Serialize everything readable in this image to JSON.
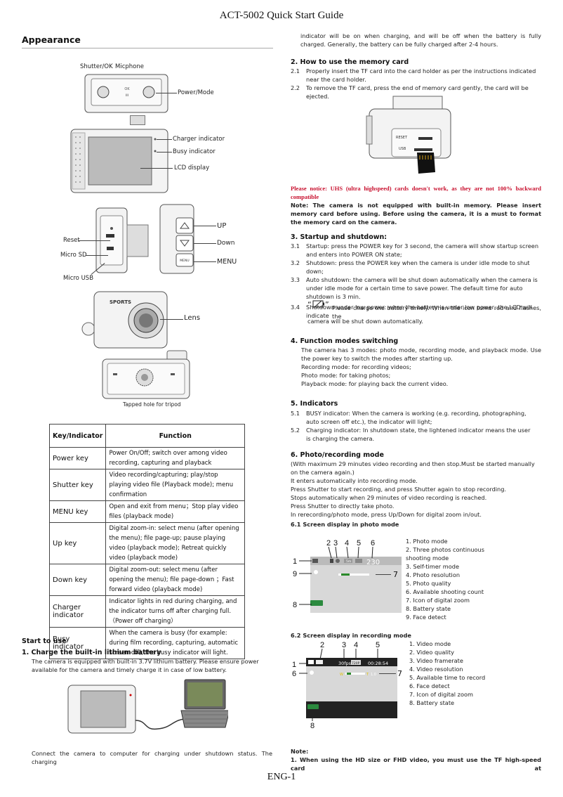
{
  "header": {
    "title": "ACT-5002 Quick Start Guide"
  },
  "footer": {
    "page": "ENG-1"
  },
  "appearance": {
    "heading": "Appearance",
    "labels": {
      "shutter_ok": "Shutter/OK",
      "micphone": "Micphone",
      "power_mode": "Power/Mode",
      "charger_indicator": "Charger indicator",
      "busy_indicator": "Busy indicator",
      "lcd_display": "LCD display",
      "reset": "Reset",
      "micro_sd": "Micro SD",
      "micro_usb": "Micro USB",
      "up": "UP",
      "down": "Down",
      "menu": "MENU",
      "lens": "Lens",
      "tripod": "Tapped hole for tripod",
      "sports": "SPORTS",
      "menu_btn": "MENU"
    }
  },
  "key_table": {
    "headers": [
      "Key/Indicator",
      "Function"
    ],
    "rows": [
      {
        "key": "Power key",
        "function": "Power On/Off; switch over among video recording, capturing and playback"
      },
      {
        "key": "Shutter key",
        "function": "Video recording/capturing; play/stop playing video file (Playback mode); menu confirmation"
      },
      {
        "key": "MENU key",
        "function": "Open and exit from menu；Stop play video files (playback mode)"
      },
      {
        "key": "Up key",
        "function": "Digital zoom-in: select menu (after opening the menu); file page-up; pause playing video (playback mode); Retreat quickly video (playback mode)"
      },
      {
        "key": "Down key",
        "function": "Digital zoom-out: select menu (after opening the menu); file page-down ；Fast forward video (playback mode)"
      },
      {
        "key": "Charger indicator",
        "function": "Indicator lights in red during charging, and the indicator turns off after charging full.（Power off charging）"
      },
      {
        "key": "Busy indicator",
        "function": "When the camera is busy (for example: during film recording, capturing, automatic screen-off), the busy indicator will light."
      }
    ]
  },
  "start": {
    "heading": "Start to use",
    "charge_heading": "1. Charge the built-in lithium battery",
    "charge_text": "The camera is equipped with built-in 3.7V lithium battery. Please ensure power available for the camera and timely charge it in case of low battery.",
    "connect_text": "Connect the camera to computer for charging under shutdown status. The charging"
  },
  "right": {
    "cont": "indicator will be on when charging, and will be off when the battery is fully charged. Generally, the battery can be fully charged after 2-4 hours.",
    "mem_heading": "2. How to use the memory card",
    "mem_items": [
      {
        "n": "2.1",
        "t": "Properly insert the TF card into the card holder as per the instructions indicated near the card holder."
      },
      {
        "n": "2.2",
        "t": "To remove the TF card, press the end of memory card gently, the card will be ejected."
      }
    ],
    "card_labels": {
      "reset": "RESET",
      "usb": "USB"
    },
    "notice": "Please notice: UHS (ultra highspeed) cards doesn't work, as they are not 100% backward compatible",
    "note": "Note: The camera is not equipped with built-in memory. Please insert memory card before using. Before using the camera, it is a must to format the memory card on the camera.",
    "startup_heading": "3. Startup and shutdown:",
    "startup_items": [
      {
        "n": "3.1",
        "t": "Startup: press the POWER key for 3 second, the camera will show startup screen and enters into POWER ON state;"
      },
      {
        "n": "3.2",
        "t": "Shutdown: press the POWER key when the camera is under idle mode to shut down;"
      },
      {
        "n": "3.3",
        "t": "Auto shutdown: the camera will be shut down automatically when the camera is under idle mode for a certain time to save power. The default time for auto shutdown is 3 min."
      },
      {
        "n": "3.4",
        "t": "Shutdown under low power: when the battery is under low power, the LCD will indicate"
      }
    ],
    "lowbat_text": "Please charge the battery timely. When the icon turns red and flashes, the",
    "lowbat_text2": "camera will be shut down automatically.",
    "func_heading": "4. Function modes switching",
    "func_lines": [
      "The camera has 3 modes: photo mode, recording mode, and playback mode. Use the power key to switch the modes after starting up.",
      "Recording mode: for recording videos;",
      "Photo mode: for taking photos;",
      "Playback mode: for playing back the current video."
    ],
    "ind_heading": "5. Indicators",
    "ind_items": [
      {
        "n": "5.1",
        "t": "BUSY indicator: When the camera is working (e.g. recording, photographing, auto screen off etc.), the indicator will light;"
      },
      {
        "n": "5.2",
        "t": "Charging indicator: In shutdown state, the lightened indicator means the user is charging the camera."
      }
    ],
    "photo_heading": "6. Photo/recording mode",
    "photo_lines": [
      "(With maximum 29 minutes video recording and then stop.Must be started manually on the camera again.)",
      "It enters automatically into recording mode.",
      "Press Shutter to start recording, and press Shutter again to stop recording.",
      "Stops automatically when 29 minutes of video recording is reached.",
      "Press Shutter to directly take photo.",
      "In rerecording/photo mode, press Up/Down for digital zoom in/out."
    ],
    "photo_sub": "6.1   Screen display in photo mode",
    "photo_list": [
      "1.  Photo mode",
      "2.  Three photos continuous",
      "      shooting mode",
      "3.  Self-timer mode",
      "4.  Photo resolution",
      "5.  Photo quality",
      "6.  Available shooting count",
      "7.  Icon of digital zoom",
      "8.  Battery state",
      "9.  Face detect"
    ],
    "photo_screen": {
      "count": "230",
      "res": "5m"
    },
    "rec_sub": "6.2   Screen display in recording mode",
    "rec_list": [
      "1.  Video mode",
      "2.  Video quality",
      "3.  Video framerate",
      "4.  Video resolution",
      "5.  Available time to record",
      "6.  Face detect",
      "7.  Icon of digital zoom",
      "8.  Battery state"
    ],
    "rec_screen": {
      "fps": "30fps",
      "res": "720P",
      "time": "00:28:54",
      "zoom": "1.0"
    },
    "final_note_label": "Note:",
    "final_note": "1. When using the HD size or FHD video, you must use the TF high-speed card at"
  }
}
